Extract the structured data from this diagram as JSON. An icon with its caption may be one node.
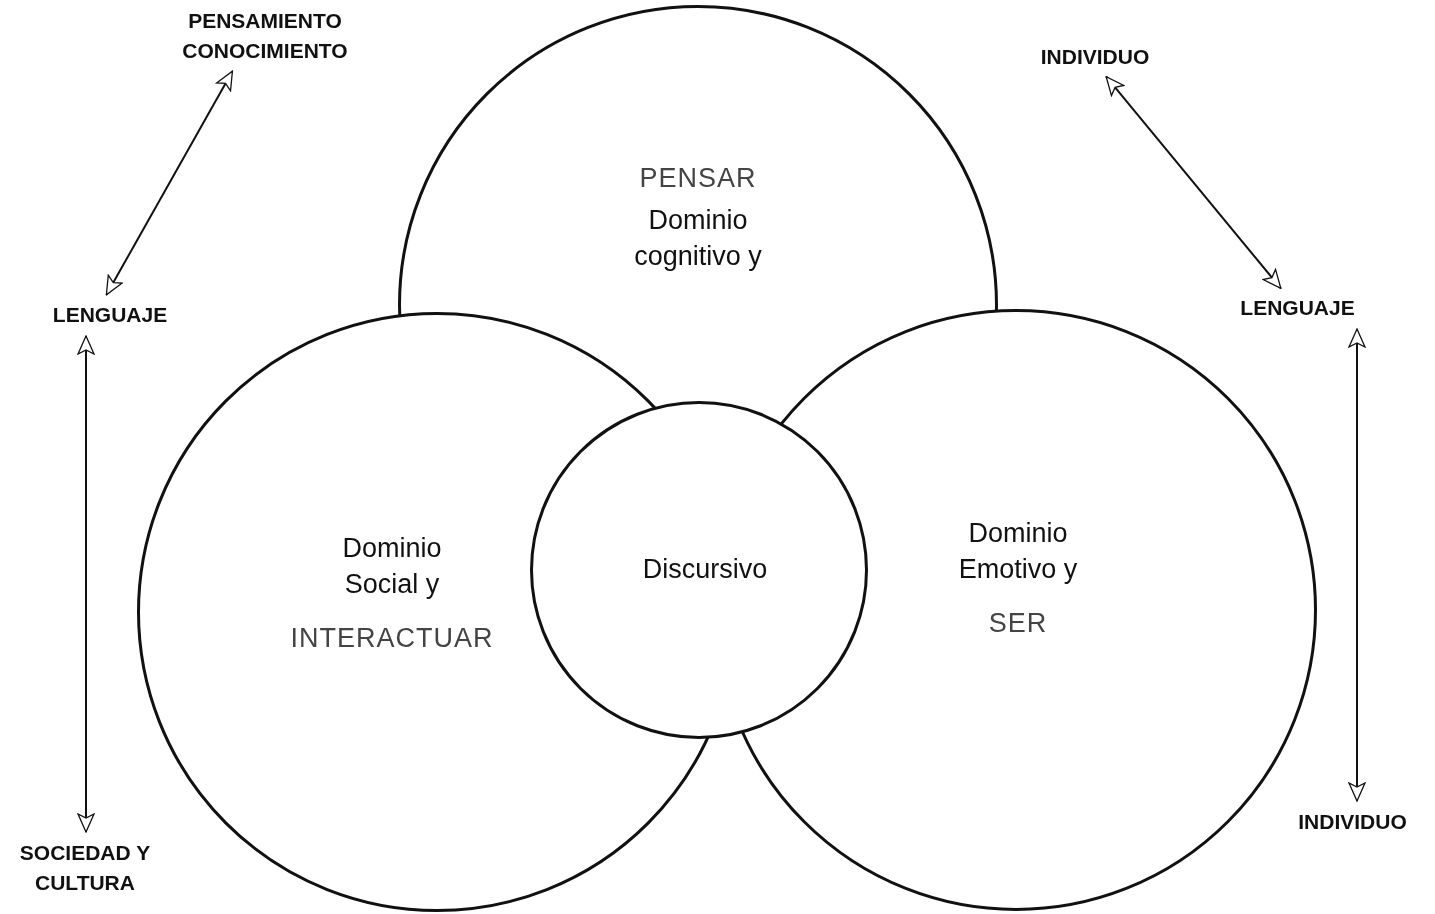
{
  "diagram": {
    "nodes": [
      {
        "text": [
          "PENSAMIENTO CONOCIMIENTO"
        ]
      },
      {
        "text": [
          "LENGUAJE"
        ]
      },
      {
        "text": [
          "SOCIEDAD Y CULTURA"
        ]
      },
      {
        "text": [
          "INDIVIDUO"
        ]
      },
      {
        "text": [
          "LENGUAJE"
        ]
      },
      {
        "text": [
          "INDIVIDUO"
        ]
      },
      {
        "text": [
          "PENSAR",
          "Dominio cognitivo y"
        ]
      },
      {
        "text": [
          "Dominio Social y",
          "INTERACTUAR"
        ]
      },
      {
        "text": [
          "Dominio Emotivo y",
          "SER"
        ]
      },
      {
        "text": [
          "Discursivo"
        ]
      }
    ],
    "edges": [
      {
        "from": 0,
        "to": 1,
        "arrow": "both"
      },
      {
        "from": 1,
        "to": 2,
        "arrow": "both"
      },
      {
        "from": 3,
        "to": 4,
        "arrow": "both"
      },
      {
        "from": 4,
        "to": 5,
        "arrow": "both"
      }
    ]
  }
}
